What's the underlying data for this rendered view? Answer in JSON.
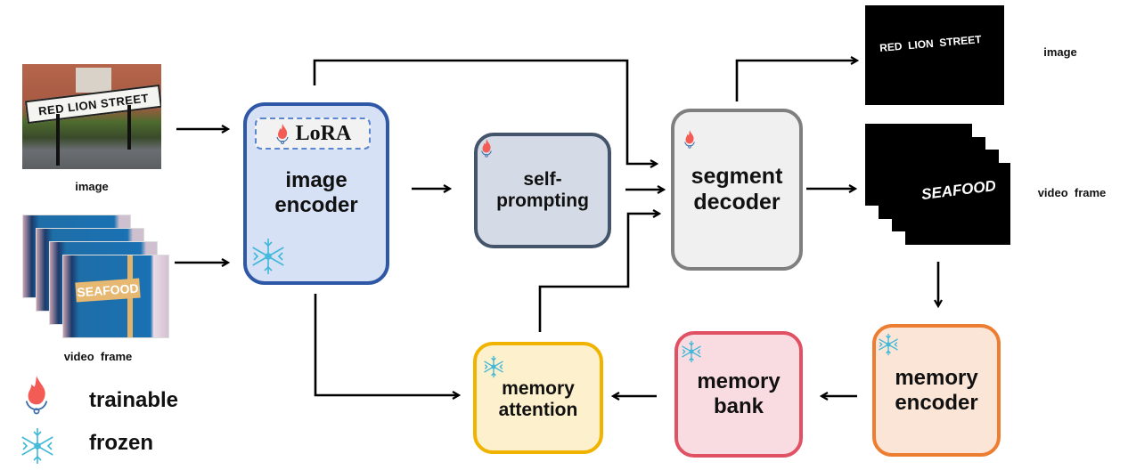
{
  "inputs": {
    "image_label": "image",
    "video_label": "video  frame",
    "image_sign_text": "RED LION STREET",
    "video_sign_text": "SEAFOOD"
  },
  "modules": {
    "image_encoder": {
      "label": "image\nencoder",
      "adapter": "LoRA",
      "state": "frozen",
      "adapter_state": "trainable",
      "fill": "#d6e1f5",
      "border": "#2e57a6"
    },
    "self_prompting": {
      "label": "self-\nprompting",
      "state": "trainable",
      "fill": "#d5dbe6",
      "border": "#44546a"
    },
    "segment_decoder": {
      "label": "segment\ndecoder",
      "state": "trainable",
      "fill": "#f0f0f0",
      "border": "#7f7f7f"
    },
    "memory_encoder": {
      "label": "memory\nencoder",
      "state": "frozen",
      "fill": "#fbe5d6",
      "border": "#ed7d31"
    },
    "memory_bank": {
      "label": "memory\nbank",
      "state": "frozen",
      "fill": "#f9dce1",
      "border": "#e05263"
    },
    "memory_attention": {
      "label": "memory\nattention",
      "state": "frozen",
      "fill": "#fdf0cc",
      "border": "#f0b400"
    }
  },
  "outputs": {
    "image_label": "image",
    "video_label": "video  frame",
    "image_mask_text": "RED  LION  STREET",
    "video_mask_text": "SEAFOOD"
  },
  "legend": {
    "items": [
      {
        "icon": "flame-icon",
        "label": "trainable"
      },
      {
        "icon": "snowflake-icon",
        "label": "frozen"
      }
    ]
  },
  "colors": {
    "flame": "#f25c54",
    "flame_base": "#3f6fa8",
    "snowflake": "#3fb8d9"
  }
}
